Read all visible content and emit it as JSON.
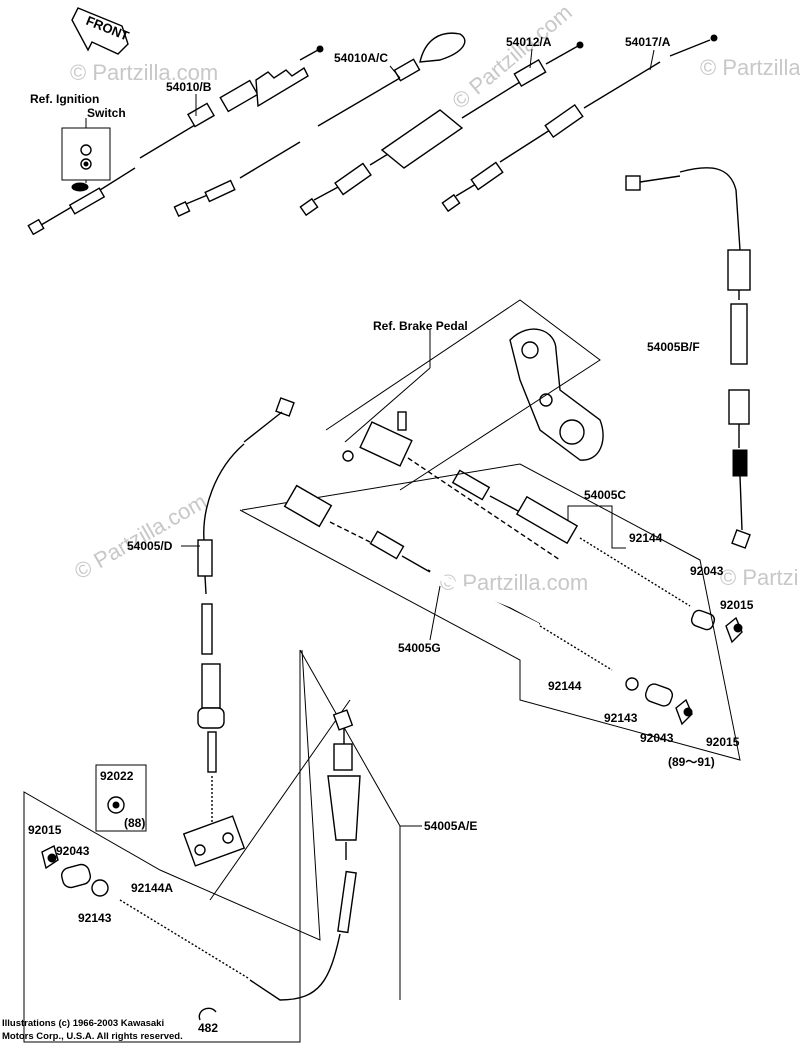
{
  "watermark": "© Partzilla.com",
  "front_arrow": "FRONT",
  "labels": {
    "p54010b": "54010/B",
    "p54010ac": "54010A/C",
    "p54012a": "54012/A",
    "p54017a": "54017/A",
    "ref_ignition_1": "Ref. Ignition",
    "ref_ignition_2": "Switch",
    "ref_brake": "Ref. Brake Pedal",
    "p54005bf": "54005B/F",
    "p54005c": "54005C",
    "p54005d": "54005/D",
    "p54005g": "54005G",
    "p54005ae": "54005A/E",
    "p92144_c": "92144",
    "p92043_c": "92043",
    "p92015_c": "92015",
    "p92144_g": "92144",
    "p92143_g": "92143",
    "p92043_g": "92043",
    "p92015_g": "92015",
    "range_89_91": "(89～91)",
    "p92022": "92022",
    "note_88": "(88)",
    "p92015_l": "92015",
    "p92043_l": "92043",
    "p92143_l": "92143",
    "p92144a": "92144A",
    "p482": "482"
  },
  "copyright": {
    "line1": "Illustrations (c) 1966-2003 Kawasaki",
    "line2": "Motors Corp., U.S.A.  All rights reserved."
  }
}
